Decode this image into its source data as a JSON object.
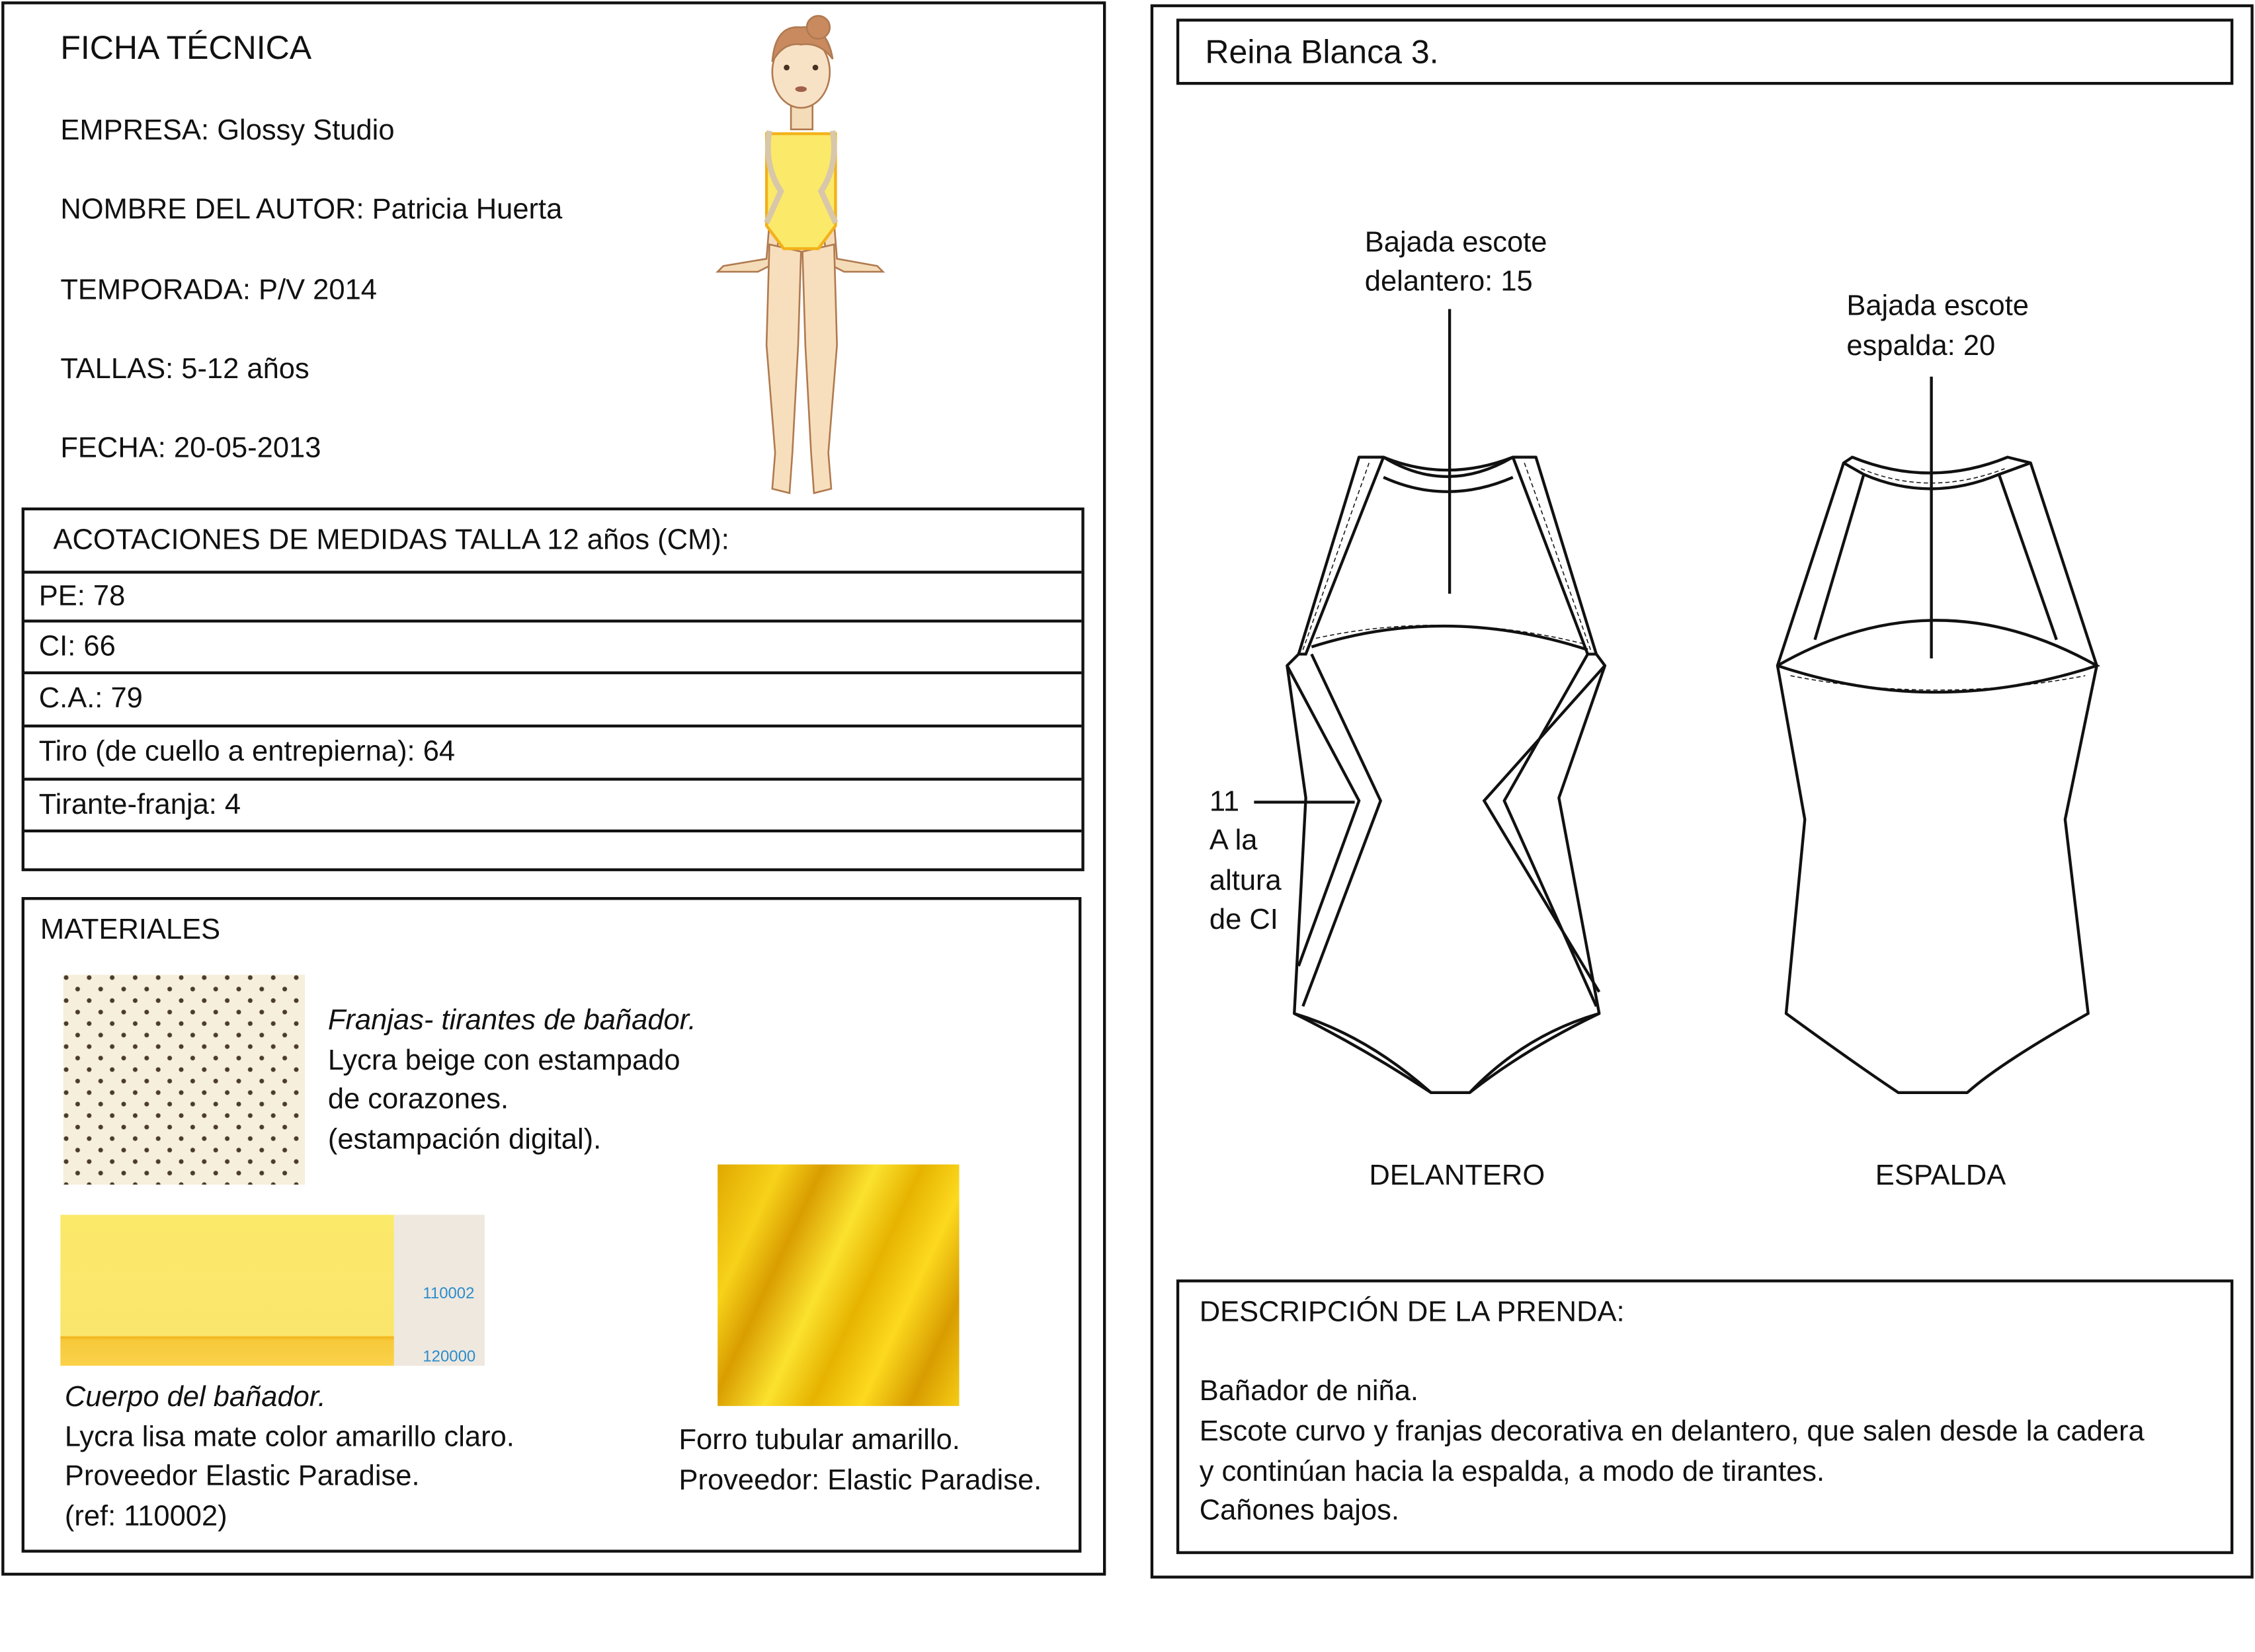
{
  "ficha": {
    "title": "FICHA TÉCNICA",
    "empresa": "EMPRESA:  Glossy Studio",
    "autor": "NOMBRE DEL AUTOR: Patricia Huerta",
    "temporada": "TEMPORADA:  P/V 2014",
    "tallas": "TALLAS:  5-12 años",
    "fecha": "FECHA: 20-05-2013"
  },
  "medidas": {
    "header": "ACOTACIONES DE MEDIDAS TALLA 12 años (CM):",
    "rows": [
      "PE: 78",
      "CI: 66",
      "C.A.: 79",
      "Tiro (de cuello a entrepierna): 64",
      "Tirante-franja:  4",
      ""
    ]
  },
  "materiales": {
    "title": "MATERIALES",
    "franjas": {
      "title": "Franjas- tirantes de bañador.",
      "lines": [
        "Lycra beige con estampado",
        "de corazones.",
        "(estampación digital)."
      ]
    },
    "cuerpo": {
      "title": "Cuerpo del bañador.",
      "lines": [
        "Lycra lisa mate color amarillo claro.",
        "Proveedor Elastic Paradise.",
        "(ref: 110002)"
      ],
      "swatch_codes": [
        "110002",
        "120000"
      ]
    },
    "forro": {
      "lines": [
        "Forro tubular amarillo.",
        "Proveedor: Elastic Paradise."
      ]
    }
  },
  "modelo": {
    "title": "Reina Blanca 3.",
    "front_note": [
      "Bajada escote",
      "delantero: 15"
    ],
    "back_note": [
      "Bajada escote",
      "espalda: 20"
    ],
    "side_note": [
      "11",
      "A la",
      "altura",
      "de CI"
    ],
    "front_label": "DELANTERO",
    "back_label": "ESPALDA"
  },
  "descripcion": {
    "title": "DESCRIPCIÓN DE LA PRENDA:",
    "lines": [
      "Bañador de niña.",
      "Escote curvo  y franjas decorativa en delantero,  que salen desde la cadera",
      "y continúan hacia la espalda, a modo de tirantes.",
      "Cañones bajos."
    ]
  },
  "colors": {
    "body_yellow": "#fbe96a",
    "lining_yellow": "#f2c200",
    "stripe_beige": "#f6efdc"
  }
}
